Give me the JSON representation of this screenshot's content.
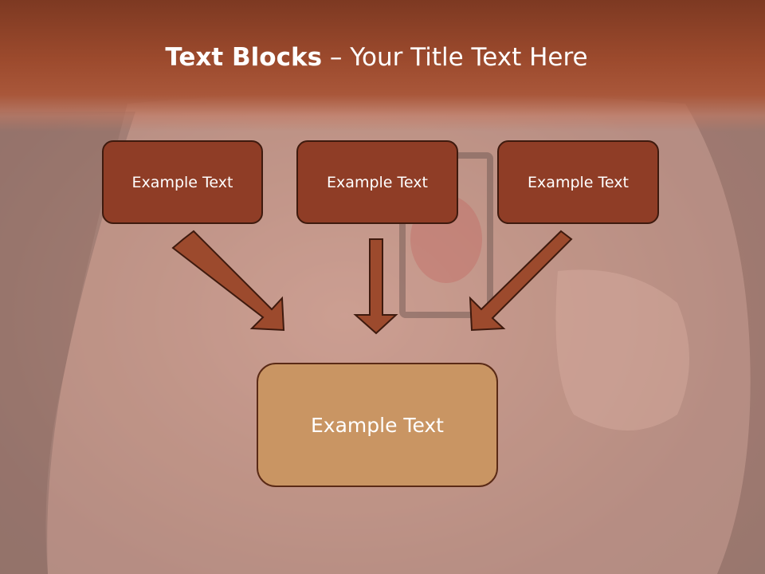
{
  "slide": {
    "title_bold": "Text Blocks",
    "title_dash": " – ",
    "title_rest": "Your Title Text Here",
    "boxes": [
      {
        "label": "Example Text"
      },
      {
        "label": "Example Text"
      },
      {
        "label": "Example Text"
      }
    ],
    "main_box": {
      "label": "Example Text"
    }
  },
  "colors": {
    "header": "#9c4a2d",
    "box_fill": "#8f3d26",
    "box_border": "#3e1a0e",
    "main_box_fill": "#c99563",
    "arrow_fill": "#9c4a2d",
    "arrow_stroke": "#3e1a0e"
  }
}
